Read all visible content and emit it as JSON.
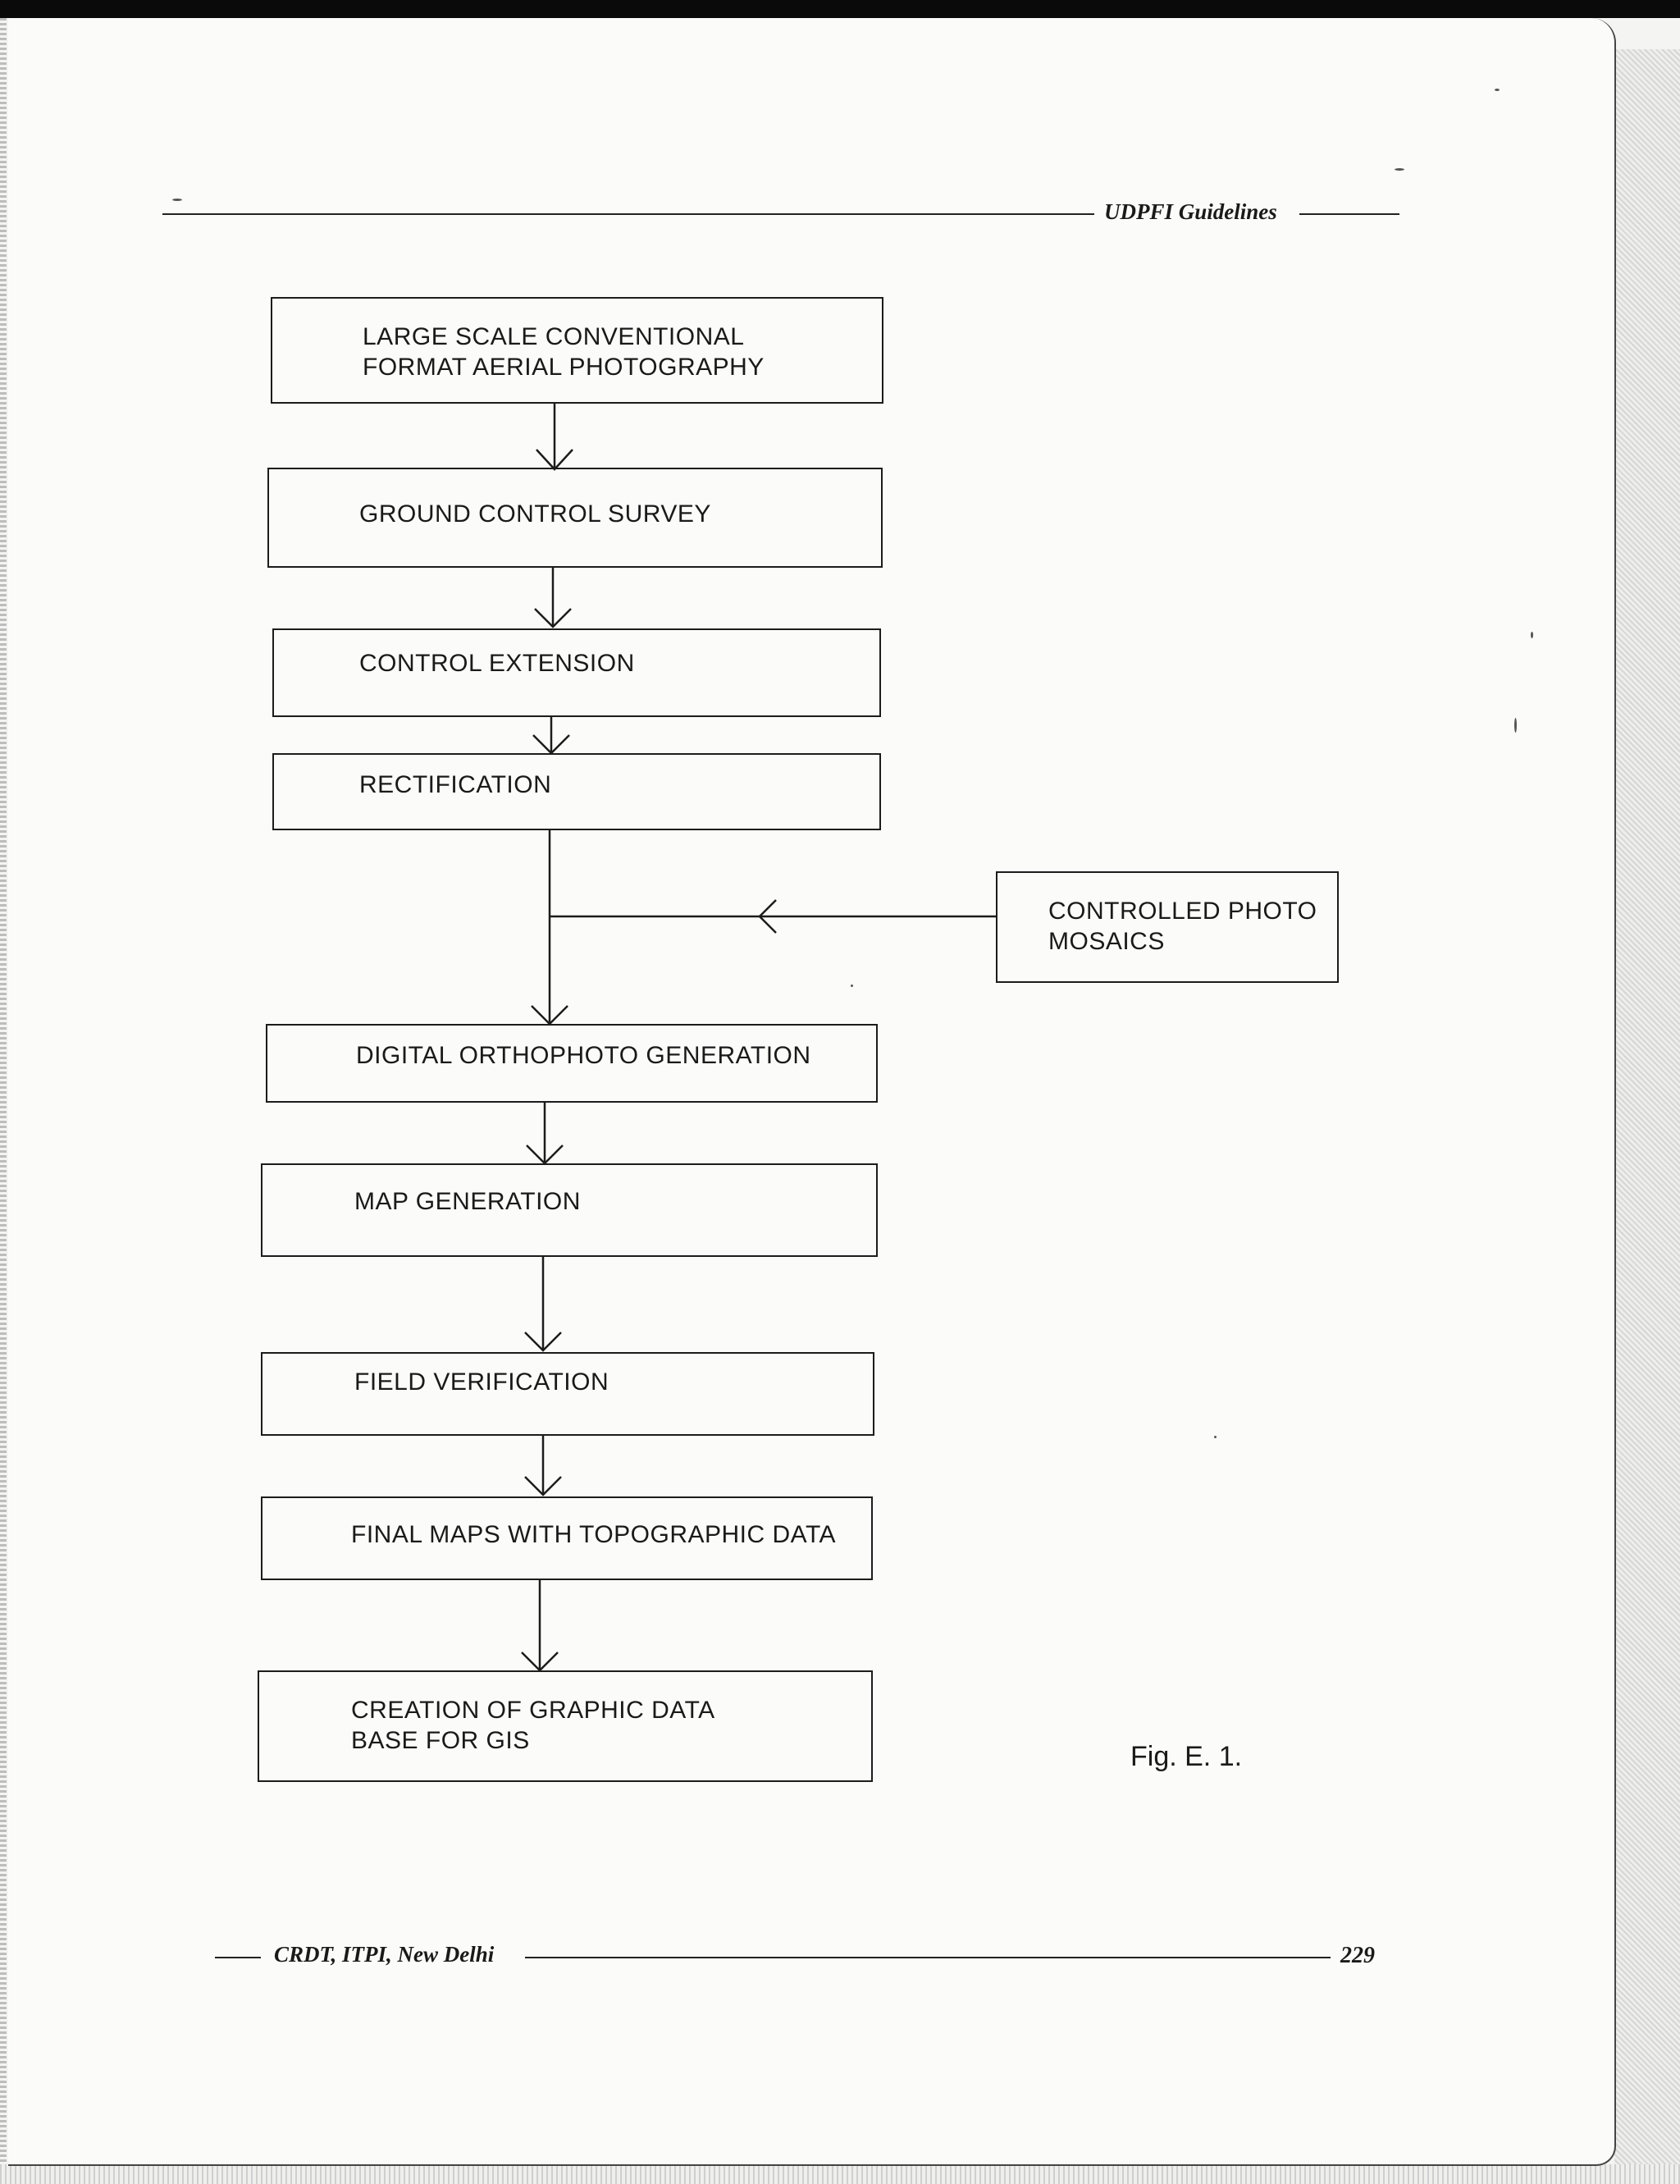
{
  "header": {
    "running_title": "UDPFI Guidelines"
  },
  "flowchart": {
    "steps": [
      {
        "id": "aerial-photography",
        "label": "LARGE SCALE CONVENTIONAL\nFORMAT AERIAL PHOTOGRAPHY"
      },
      {
        "id": "ground-control-survey",
        "label": "GROUND CONTROL SURVEY"
      },
      {
        "id": "control-extension",
        "label": "CONTROL EXTENSION"
      },
      {
        "id": "rectification",
        "label": "RECTIFICATION"
      },
      {
        "id": "orthophoto-generation",
        "label": "DIGITAL ORTHOPHOTO GENERATION"
      },
      {
        "id": "map-generation",
        "label": "MAP GENERATION"
      },
      {
        "id": "field-verification",
        "label": "FIELD VERIFICATION"
      },
      {
        "id": "final-maps",
        "label": "FINAL MAPS WITH TOPOGRAPHIC DATA"
      },
      {
        "id": "gis-database",
        "label": "CREATION OF GRAPHIC DATA\nBASE FOR GIS"
      }
    ],
    "side_input": {
      "id": "photo-mosaics",
      "label": "CONTROLLED PHOTO\nMOSAICS"
    }
  },
  "figure": {
    "caption": "Fig. E. 1."
  },
  "footer": {
    "source": "CRDT, ITPI, New Delhi",
    "page_number": "229"
  }
}
